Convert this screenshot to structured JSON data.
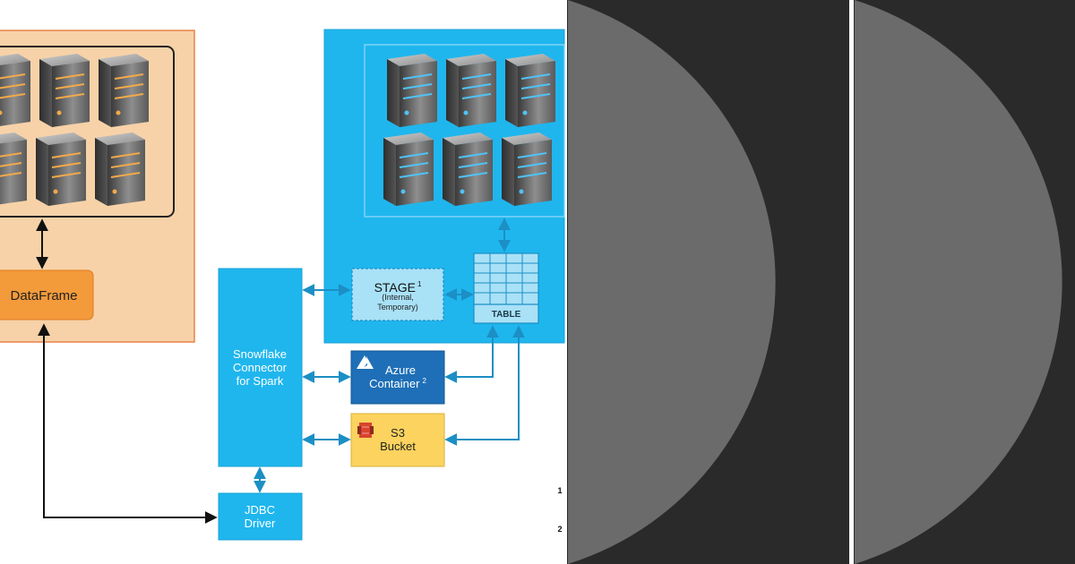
{
  "diagram": {
    "dataframe_label": "DataFrame",
    "connector_label": [
      "Snowflake",
      "Connector",
      "for Spark"
    ],
    "jdbc_label": [
      "JDBC",
      "Driver"
    ],
    "stage_title": "STAGE",
    "stage_sup": "1",
    "stage_sub": [
      "(Internal,",
      "Temporary)"
    ],
    "table_label": "TABLE",
    "azure_label": [
      "Azure",
      "Container"
    ],
    "azure_sup": "2",
    "azure_icon": "azure-logo-icon",
    "s3_label": [
      "S3",
      "Bucket"
    ],
    "s3_icon": "aws-s3-icon",
    "footnote_markers": [
      "1",
      "2"
    ]
  },
  "colors": {
    "spark_cluster_bg": "#f7d2a8",
    "spark_cluster_border": "#e8824a",
    "dataframe_bg": "#f39a3b",
    "snowflake_bg": "#1fb6ee",
    "connector_bg": "#1fb6ee",
    "stage_bg": "#a9e1f7",
    "azure_bg": "#1e6fb7",
    "s3_bg": "#fbd35e",
    "right_panel_bg": "#2a2a2a",
    "right_panel_shape": "#6b6b6b",
    "server_orange_accent": "#f2a94a",
    "server_blue_accent": "#4fc3f7"
  }
}
